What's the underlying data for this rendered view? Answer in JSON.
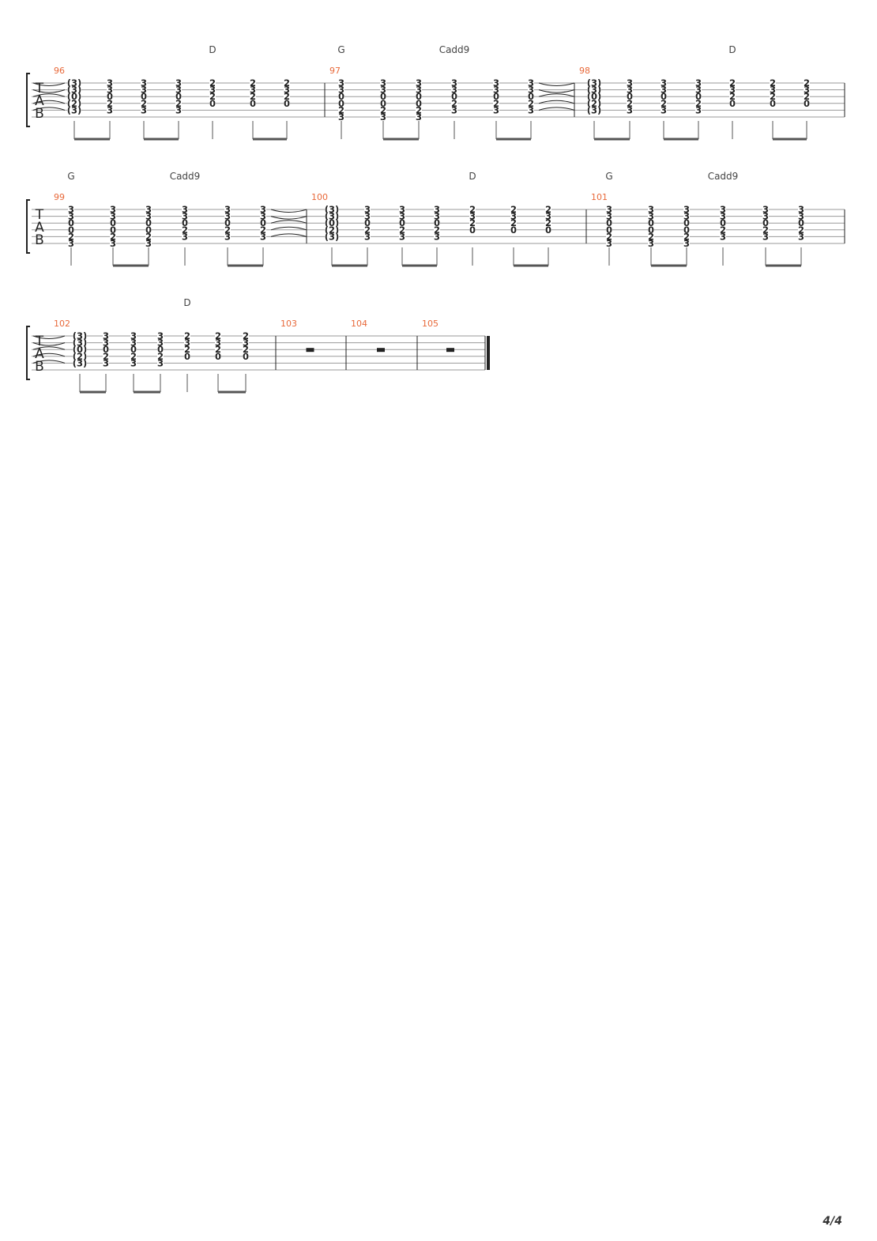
{
  "page_number": "4/4",
  "tab_letters": [
    "T",
    "A",
    "B"
  ],
  "chords": {
    "D": "D",
    "G": "G",
    "C": "Cadd9"
  },
  "measures": [
    {
      "number": "96",
      "chords": [
        null,
        null,
        null,
        null,
        "D",
        null,
        null
      ],
      "beats": [
        [
          "(3)",
          "(3)",
          "(0)",
          "(2)",
          "(3)",
          ""
        ],
        [
          "3",
          "3",
          "0",
          "2",
          "3",
          ""
        ],
        [
          "3",
          "3",
          "0",
          "2",
          "3",
          ""
        ],
        [
          "3",
          "3",
          "0",
          "2",
          "3",
          ""
        ],
        [
          "2",
          "3",
          "2",
          "0",
          "",
          ""
        ],
        [
          "2",
          "3",
          "2",
          "0",
          "",
          ""
        ],
        [
          "2",
          "3",
          "2",
          "0",
          "",
          ""
        ]
      ]
    },
    {
      "number": "97",
      "chords": [
        "G",
        null,
        null,
        "Cadd9",
        null,
        null
      ],
      "beats": [
        [
          "3",
          "3",
          "0",
          "0",
          "2",
          "3"
        ],
        [
          "3",
          "3",
          "0",
          "0",
          "2",
          "3"
        ],
        [
          "3",
          "3",
          "0",
          "0",
          "2",
          "3"
        ],
        [
          "3",
          "3",
          "0",
          "2",
          "3",
          ""
        ],
        [
          "3",
          "3",
          "0",
          "2",
          "3",
          ""
        ],
        [
          "3",
          "3",
          "0",
          "2",
          "3",
          ""
        ]
      ]
    },
    {
      "number": "98",
      "chords": [
        null,
        null,
        null,
        null,
        "D",
        null,
        null
      ],
      "beats": [
        [
          "(3)",
          "(3)",
          "(0)",
          "(2)",
          "(3)",
          ""
        ],
        [
          "3",
          "3",
          "0",
          "2",
          "3",
          ""
        ],
        [
          "3",
          "3",
          "0",
          "2",
          "3",
          ""
        ],
        [
          "3",
          "3",
          "0",
          "2",
          "3",
          ""
        ],
        [
          "2",
          "3",
          "2",
          "0",
          "",
          ""
        ],
        [
          "2",
          "3",
          "2",
          "0",
          "",
          ""
        ],
        [
          "2",
          "3",
          "2",
          "0",
          "",
          ""
        ]
      ]
    },
    {
      "number": "99",
      "chords": [
        "G",
        null,
        null,
        "Cadd9",
        null,
        null
      ],
      "beats": [
        [
          "3",
          "3",
          "0",
          "0",
          "2",
          "3"
        ],
        [
          "3",
          "3",
          "0",
          "0",
          "2",
          "3"
        ],
        [
          "3",
          "3",
          "0",
          "0",
          "2",
          "3"
        ],
        [
          "3",
          "3",
          "0",
          "2",
          "3",
          ""
        ],
        [
          "3",
          "3",
          "0",
          "2",
          "3",
          ""
        ],
        [
          "3",
          "3",
          "0",
          "2",
          "3",
          ""
        ]
      ]
    },
    {
      "number": "100",
      "chords": [
        null,
        null,
        null,
        null,
        "D",
        null,
        null
      ],
      "beats": [
        [
          "(3)",
          "(3)",
          "(0)",
          "(2)",
          "(3)",
          ""
        ],
        [
          "3",
          "3",
          "0",
          "2",
          "3",
          ""
        ],
        [
          "3",
          "3",
          "0",
          "2",
          "3",
          ""
        ],
        [
          "3",
          "3",
          "0",
          "2",
          "3",
          ""
        ],
        [
          "2",
          "3",
          "2",
          "0",
          "",
          ""
        ],
        [
          "2",
          "3",
          "2",
          "0",
          "",
          ""
        ],
        [
          "2",
          "3",
          "2",
          "0",
          "",
          ""
        ]
      ]
    },
    {
      "number": "101",
      "chords": [
        "G",
        null,
        null,
        "Cadd9",
        null,
        null
      ],
      "beats": [
        [
          "3",
          "3",
          "0",
          "0",
          "2",
          "3"
        ],
        [
          "3",
          "3",
          "0",
          "0",
          "2",
          "3"
        ],
        [
          "3",
          "3",
          "0",
          "0",
          "2",
          "3"
        ],
        [
          "3",
          "3",
          "0",
          "2",
          "3",
          ""
        ],
        [
          "3",
          "3",
          "0",
          "2",
          "3",
          ""
        ],
        [
          "3",
          "3",
          "0",
          "2",
          "3",
          ""
        ]
      ]
    },
    {
      "number": "102",
      "chords": [
        null,
        null,
        null,
        null,
        "D",
        null,
        null
      ],
      "beats": [
        [
          "(3)",
          "(3)",
          "(0)",
          "(2)",
          "(3)",
          ""
        ],
        [
          "3",
          "3",
          "0",
          "2",
          "3",
          ""
        ],
        [
          "3",
          "3",
          "0",
          "2",
          "3",
          ""
        ],
        [
          "3",
          "3",
          "0",
          "2",
          "3",
          ""
        ],
        [
          "2",
          "3",
          "2",
          "0",
          "",
          ""
        ],
        [
          "2",
          "3",
          "2",
          "0",
          "",
          ""
        ],
        [
          "2",
          "3",
          "2",
          "0",
          "",
          ""
        ]
      ]
    },
    {
      "number": "103",
      "rest": true
    },
    {
      "number": "104",
      "rest": true
    },
    {
      "number": "105",
      "rest": true
    }
  ],
  "colors": {
    "measure_number": "#e8693a",
    "staff_line": "#9a9a9a",
    "ink": "#222222"
  }
}
